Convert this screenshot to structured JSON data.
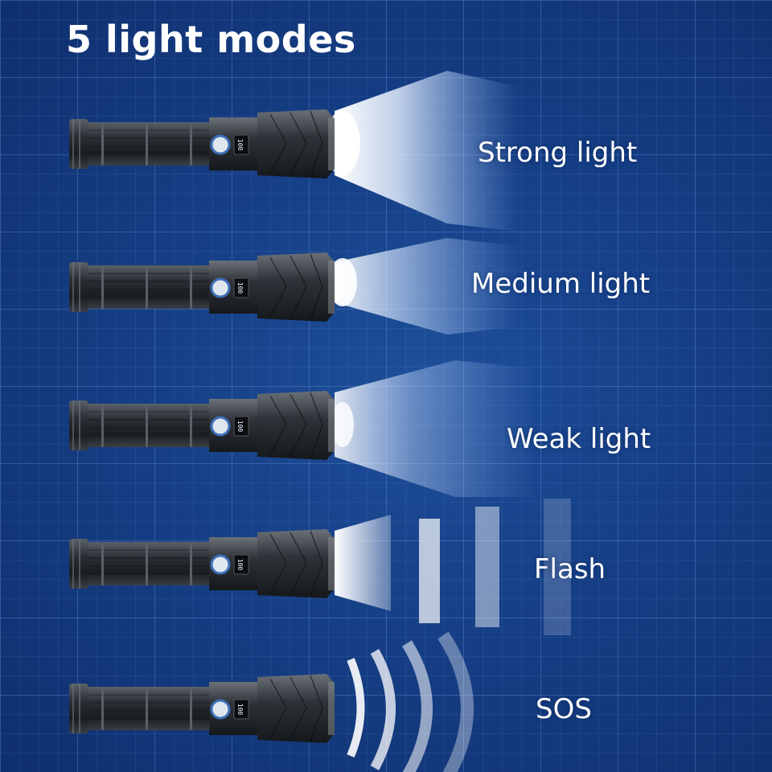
{
  "title": "5 light modes",
  "display_reading": "100",
  "modes": [
    {
      "label": "Strong light"
    },
    {
      "label": "Medium light"
    },
    {
      "label": "Weak light"
    },
    {
      "label": "Flash"
    },
    {
      "label": "SOS"
    }
  ],
  "colors": {
    "background": "#163f86",
    "beam": "#ffffff",
    "flashlight_body": "#2a2e33"
  }
}
